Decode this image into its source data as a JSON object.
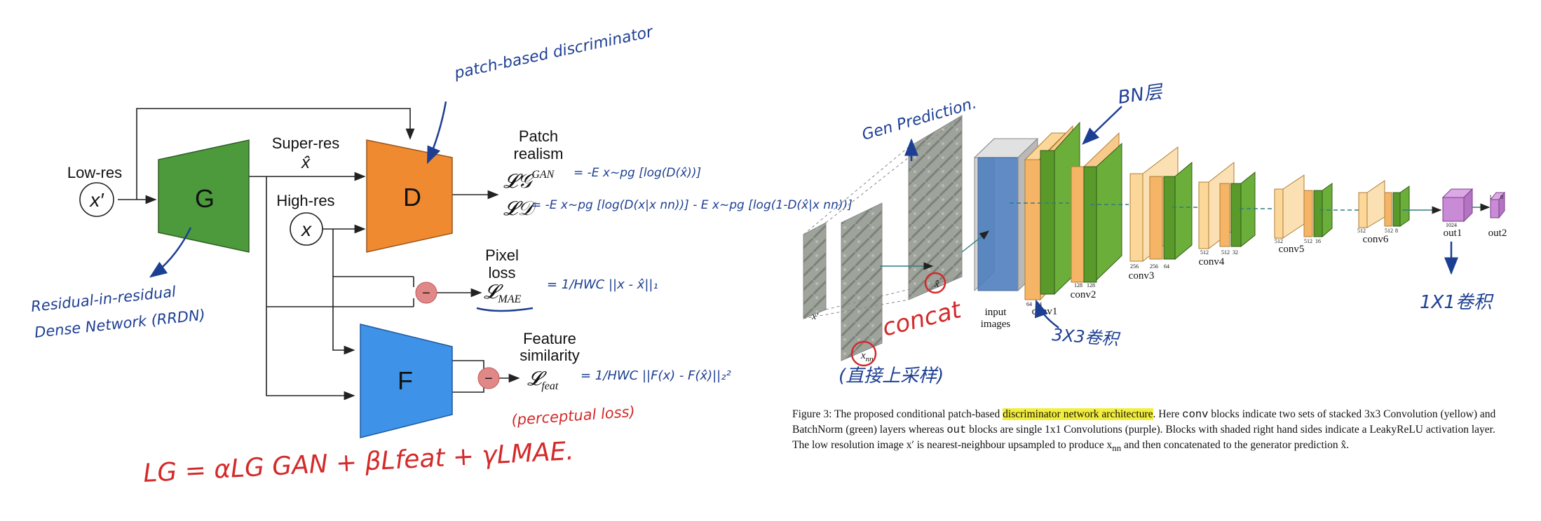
{
  "left_diagram": {
    "low_res_label": "Low-res",
    "low_res_symbol": "x′",
    "generator_label": "G",
    "super_res_label": "Super-res",
    "super_res_symbol": "x̂",
    "high_res_label": "High-res",
    "high_res_symbol": "x",
    "discriminator_label": "D",
    "feature_label": "F",
    "patch_realism_line1": "Patch",
    "patch_realism_line2": "realism",
    "pixel_loss_line1": "Pixel",
    "pixel_loss_line2": "loss",
    "feature_similarity_line1": "Feature",
    "feature_similarity_line2": "similarity",
    "loss_g_gan": "𝓛𝒢",
    "loss_g_gan_sup": "GAN",
    "loss_d": "𝓛𝒟",
    "loss_mae": "𝓛",
    "loss_mae_sub": "MAE",
    "loss_feat": "𝓛",
    "loss_feat_sub": "feat",
    "minus_sign": "−"
  },
  "annotations": {
    "patch_based_discriminator": "patch-based discriminator",
    "rrdn_line1": "Residual-in-residual",
    "rrdn_line2": "Dense Network (RRDN)",
    "gan_formula": "= -E x~pg [log(D(x̂))]",
    "d_formula": "= -E x~pg [log(D(x|x nn))] - E x~pg [log(1-D(x̂|x nn))]",
    "mae_formula": "= 1/HWC ||x - x̂||₁",
    "feat_formula": "= 1/HWC ||F(x) - F(x̂)||₂²",
    "perceptual_loss": "(perceptual loss)",
    "total_loss": "LG = αLG GAN + βLfeat + γLMAE.",
    "gen_prediction": "Gen Prediction.",
    "bn_layer": "BN层",
    "conv3x3": "3X3卷积",
    "conv1x1": "1X1卷积",
    "concat": "concat",
    "upsample": "(直接上采样)"
  },
  "right_diagram": {
    "x_prime": "x′",
    "x_nn": "x",
    "x_nn_sub": "nn",
    "x_hat": "x̂",
    "input_images_line1": "input",
    "input_images_line2": "images",
    "conv_labels": [
      "conv1",
      "conv2",
      "conv3",
      "conv4",
      "conv5",
      "conv6"
    ],
    "out_labels": [
      "out1",
      "out2"
    ],
    "channel_labels": [
      "64",
      "64",
      "128",
      "128",
      "256",
      "256",
      "64",
      "512",
      "512",
      "32",
      "512",
      "512",
      "16",
      "512",
      "512",
      "8",
      "1024",
      "1",
      "8"
    ]
  },
  "caption": {
    "prefix": "Figure 3: The proposed conditional patch-based ",
    "highlight": "discriminator network architecture",
    "part1": ". Here ",
    "code1": "conv",
    "part2": " blocks indicate two sets of stacked 3x3 Convolution (yellow) and BatchNorm (green) layers whereas ",
    "code2": "out",
    "part3": " blocks are single 1x1 Convolutions (purple). Blocks with shaded right hand sides indicate a LeakyReLU activation layer. The low resolution image x′ is nearest-neighbour upsampled to produce x",
    "sub": "nn",
    "part4": " and then concatenated to the generator prediction x̂."
  },
  "colors": {
    "generator": "#4c9a3b",
    "discriminator": "#ef8a30",
    "feature": "#3e93e8",
    "minus_node": "#e08787",
    "hand_blue": "#1d3f93",
    "hand_red": "#d42a2a",
    "conv_orange": "#f6b566",
    "conv_green": "#5a9a2b",
    "input_blue": "#4f7fbf",
    "out_purple": "#c98ad6",
    "highlight": "#f3ee3a"
  }
}
